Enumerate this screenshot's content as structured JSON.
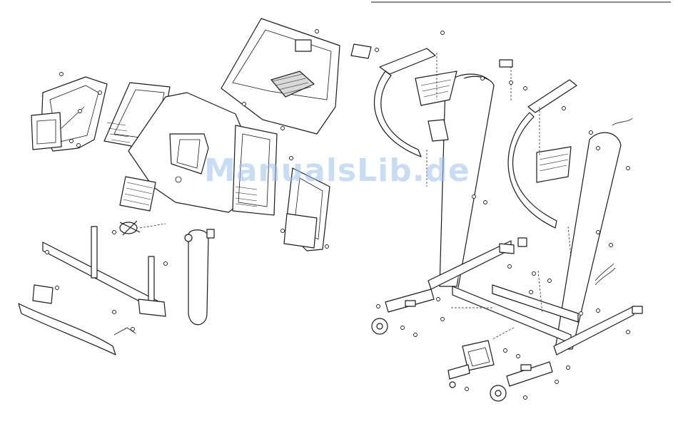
{
  "watermark": {
    "text": "ManualsLib.de"
  },
  "diagram": {
    "left_panel": "console-assembly-exploded-view",
    "right_panel": "frame-assembly-exploded-view"
  },
  "colors": {
    "line": "#1a1a1a",
    "watermark": "#9cc0ea",
    "background": "#ffffff"
  }
}
